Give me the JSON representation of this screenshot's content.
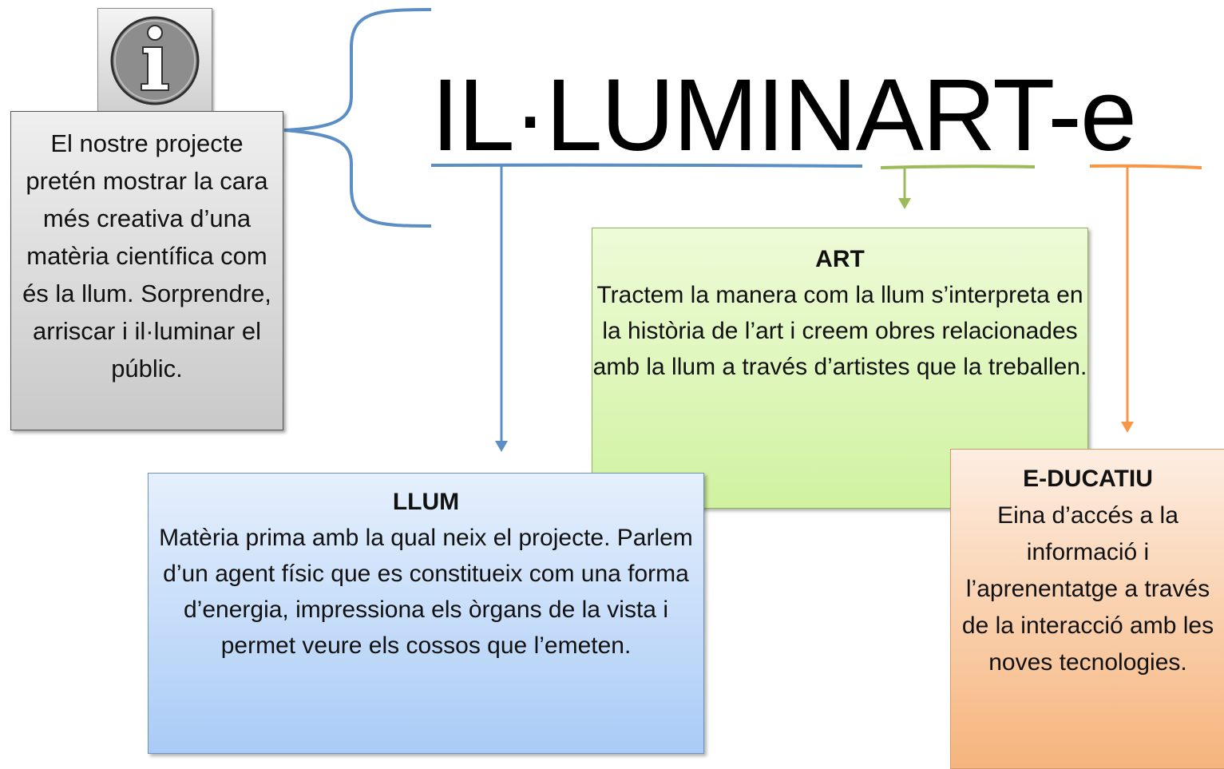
{
  "title": "IL·LUMINART-e",
  "intro": {
    "text": "El nostre projecte pretén mostrar la cara més creativa d’una matèria científica com és la llum. Sorprendre, arriscar i il·luminar el públic.",
    "icon": "info-icon"
  },
  "concepts": {
    "llum": {
      "heading": "LLUM",
      "text": "Matèria prima amb la qual neix el projecte. Parlem d’un agent físic que es constitueix com una forma d’energia, impressiona els òrgans de la vista i permet veure els cossos que l’emeten.",
      "color": "#6f9fd2"
    },
    "art": {
      "heading": "ART",
      "text": "Tractem la manera com la llum s’interpreta en la història de l’art i creem obres relacionades amb la llum a través d’artistes que la treballen.",
      "color": "#9bbb59"
    },
    "educatiu": {
      "heading": "E-DUCATIU",
      "text": "Eina d’accés a la informació i l’aprenentatge a través de la interacció amb les noves tecnologies.",
      "color": "#f79646"
    }
  }
}
